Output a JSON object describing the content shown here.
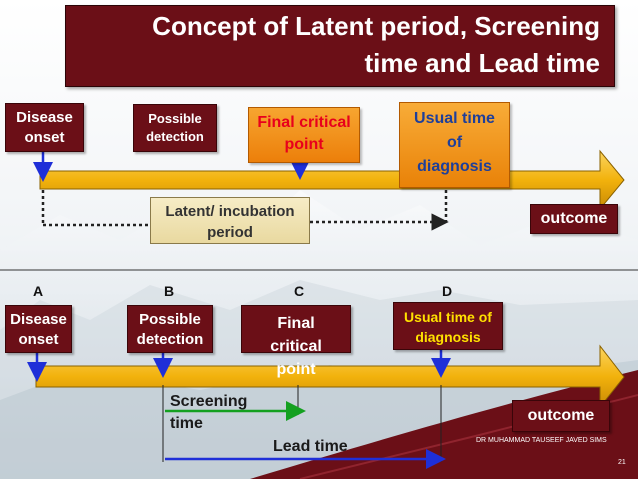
{
  "title": {
    "line1": "Concept of Latent period, Screening",
    "line2": "time and Lead time"
  },
  "top_diagram": {
    "disease_onset": {
      "line1": "Disease",
      "line2": "onset"
    },
    "possible_detection": {
      "line1": "Possible",
      "line2": "detection"
    },
    "final_critical_point": {
      "line1": "Final critical",
      "line2": "point"
    },
    "usual_time": {
      "line1": "Usual time",
      "line2": "of",
      "line3": "diagnosis"
    },
    "latent_period": {
      "line1": "Latent/ incubation",
      "line2": "period"
    },
    "outcome": "outcome"
  },
  "bottom_diagram": {
    "letters": {
      "a": "A",
      "b": "B",
      "c": "C",
      "d": "D"
    },
    "disease_onset": {
      "line1": "Disease",
      "line2": "onset"
    },
    "possible_detection": {
      "line1": "Possible",
      "line2": "detection"
    },
    "final_critical_point": {
      "line1": "Final",
      "line2": "critical",
      "line3": "point"
    },
    "usual_time": {
      "line1": "Usual time of",
      "line2": "diagnosis"
    },
    "screening_time": {
      "line1": "Screening",
      "line2": "time"
    },
    "lead_time": "Lead time",
    "outcome": "outcome"
  },
  "footer": {
    "author": "DR MUHAMMAD TAUSEEF JAVED SIMS",
    "page_number": "21"
  },
  "colors": {
    "maroon": "#6b0f17",
    "timeline_gold": "#f2b20c",
    "orange_box": "#f28a0c",
    "red_text": "#e8001c",
    "yellow_text": "#ffe100",
    "blue_arrow": "#1f2fd8",
    "green_arrow": "#14a020"
  }
}
